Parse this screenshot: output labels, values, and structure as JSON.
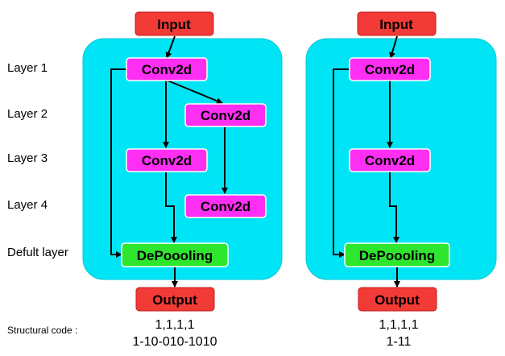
{
  "layer_labels": [
    "Layer 1",
    "Layer 2",
    "Layer 3",
    "Layer 4",
    "Defult layer"
  ],
  "structural_code_label": "Structural code :",
  "colors": {
    "container": "#00e5f5",
    "io": "#f23a36",
    "conv": "#ff2ef3",
    "depool": "#2ee62e",
    "edge": "#000000"
  },
  "networks": [
    {
      "input_label": "Input",
      "output_label": "Output",
      "nodes": [
        {
          "id": "c1",
          "label": "Conv2d",
          "type": "conv",
          "layer": 1
        },
        {
          "id": "c2",
          "label": "Conv2d",
          "type": "conv",
          "layer": 2
        },
        {
          "id": "c3",
          "label": "Conv2d",
          "type": "conv",
          "layer": 3
        },
        {
          "id": "c4",
          "label": "Conv2d",
          "type": "conv",
          "layer": 4
        },
        {
          "id": "dp",
          "label": "DePoooling",
          "type": "depool",
          "layer": 5
        }
      ],
      "code_line1": "1,1,1,1",
      "code_line2": "1-10-010-1010"
    },
    {
      "input_label": "Input",
      "output_label": "Output",
      "nodes": [
        {
          "id": "c1",
          "label": "Conv2d",
          "type": "conv",
          "layer": 1
        },
        {
          "id": "c3",
          "label": "Conv2d",
          "type": "conv",
          "layer": 3
        },
        {
          "id": "dp",
          "label": "DePoooling",
          "type": "depool",
          "layer": 5
        }
      ],
      "code_line1": "1,1,1,1",
      "code_line2": "1-11"
    }
  ]
}
